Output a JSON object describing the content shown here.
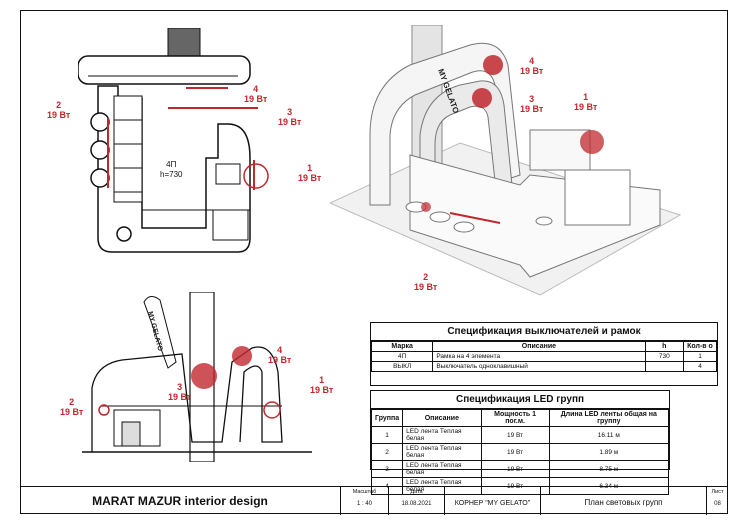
{
  "callouts": [
    {
      "num": "4",
      "watt": "19 Вт"
    },
    {
      "num": "3",
      "watt": "19 Вт"
    },
    {
      "num": "2",
      "watt": "19 Вт"
    },
    {
      "num": "1",
      "watt": "19 Вт"
    },
    {
      "num": "4",
      "watt": "19 Вт"
    },
    {
      "num": "3",
      "watt": "19 Вт"
    },
    {
      "num": "1",
      "watt": "19 Вт"
    },
    {
      "num": "2",
      "watt": "19 Вт"
    },
    {
      "num": "4",
      "watt": "19 Вт"
    },
    {
      "num": "3",
      "watt": "19 Вт"
    },
    {
      "num": "1",
      "watt": "19 Вт"
    },
    {
      "num": "2",
      "watt": "19 Вт"
    }
  ],
  "plan_label": {
    "line1": "4П",
    "line2": "h=730"
  },
  "sign_text": "MY GELATO",
  "switch_spec": {
    "title": "Спецификация выключателей и рамок",
    "headers": [
      "Марка",
      "Описание",
      "h",
      "Кол-в о"
    ],
    "rows": [
      [
        "4П",
        "Рамка на 4 элемента",
        "730",
        "1"
      ],
      [
        "ВЫКЛ",
        "Выключатель одноклавишный",
        "",
        "4"
      ]
    ]
  },
  "led_spec": {
    "title": "Спецификация LED групп",
    "headers": [
      "Группа",
      "Описание",
      "Мощность 1 пог.м.",
      "Длина LED ленты общая на группу"
    ],
    "rows": [
      [
        "1",
        "LED лента Теплая белая",
        "19 Вт",
        "16.11 м"
      ],
      [
        "2",
        "LED лента Теплая белая",
        "19 Вт",
        "1.89 м"
      ],
      [
        "3",
        "LED лента Теплая белая",
        "19 Вт",
        "8.75 м"
      ],
      [
        "4",
        "LED лента Теплая белая",
        "19 Вт",
        "6.34 м"
      ]
    ]
  },
  "title_block": {
    "company": "MARAT MAZUR interior design",
    "scale_label": "Масштаб",
    "scale": "1 : 40",
    "date_label": "Дата",
    "date": "18.08.2021",
    "project": "КОРНЕР \"MY GELATO\"",
    "sheet_name": "План световых групп",
    "sheet_label": "Лист",
    "sheet_num": "08"
  }
}
